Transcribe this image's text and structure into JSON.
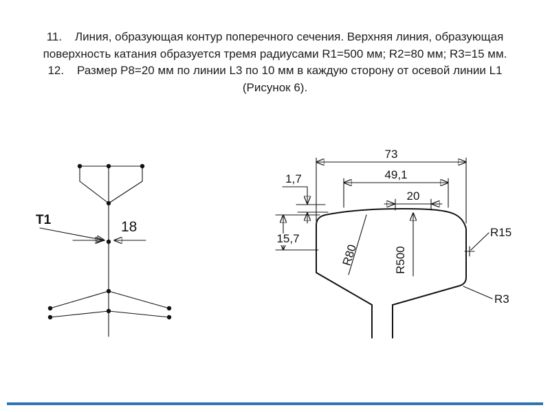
{
  "slide": {
    "accent_bar_color": "#2e74b5",
    "background_color": "#ffffff"
  },
  "text_block": {
    "item11": "11.    Линия, образующая контур поперечного сечения. Верхняя линия, образующая поверхность катания образуется тремя радиусами R1=500 мм; R2=80 мм; R3=15 мм.",
    "item12": "12.    Размер Р8=20 мм по линии L3 по 10 мм в каждую сторону от осевой линии L1 (Рисунок 6)."
  },
  "left_figure": {
    "label_t1": "T1",
    "dim_18": "18"
  },
  "right_figure": {
    "dim_73": "73",
    "dim_49_1": "49,1",
    "dim_20": "20",
    "dim_1_7": "1,7",
    "dim_15_7": "15,7",
    "r80": "R80",
    "r500": "R500",
    "r15": "R15",
    "r3": "R3"
  }
}
